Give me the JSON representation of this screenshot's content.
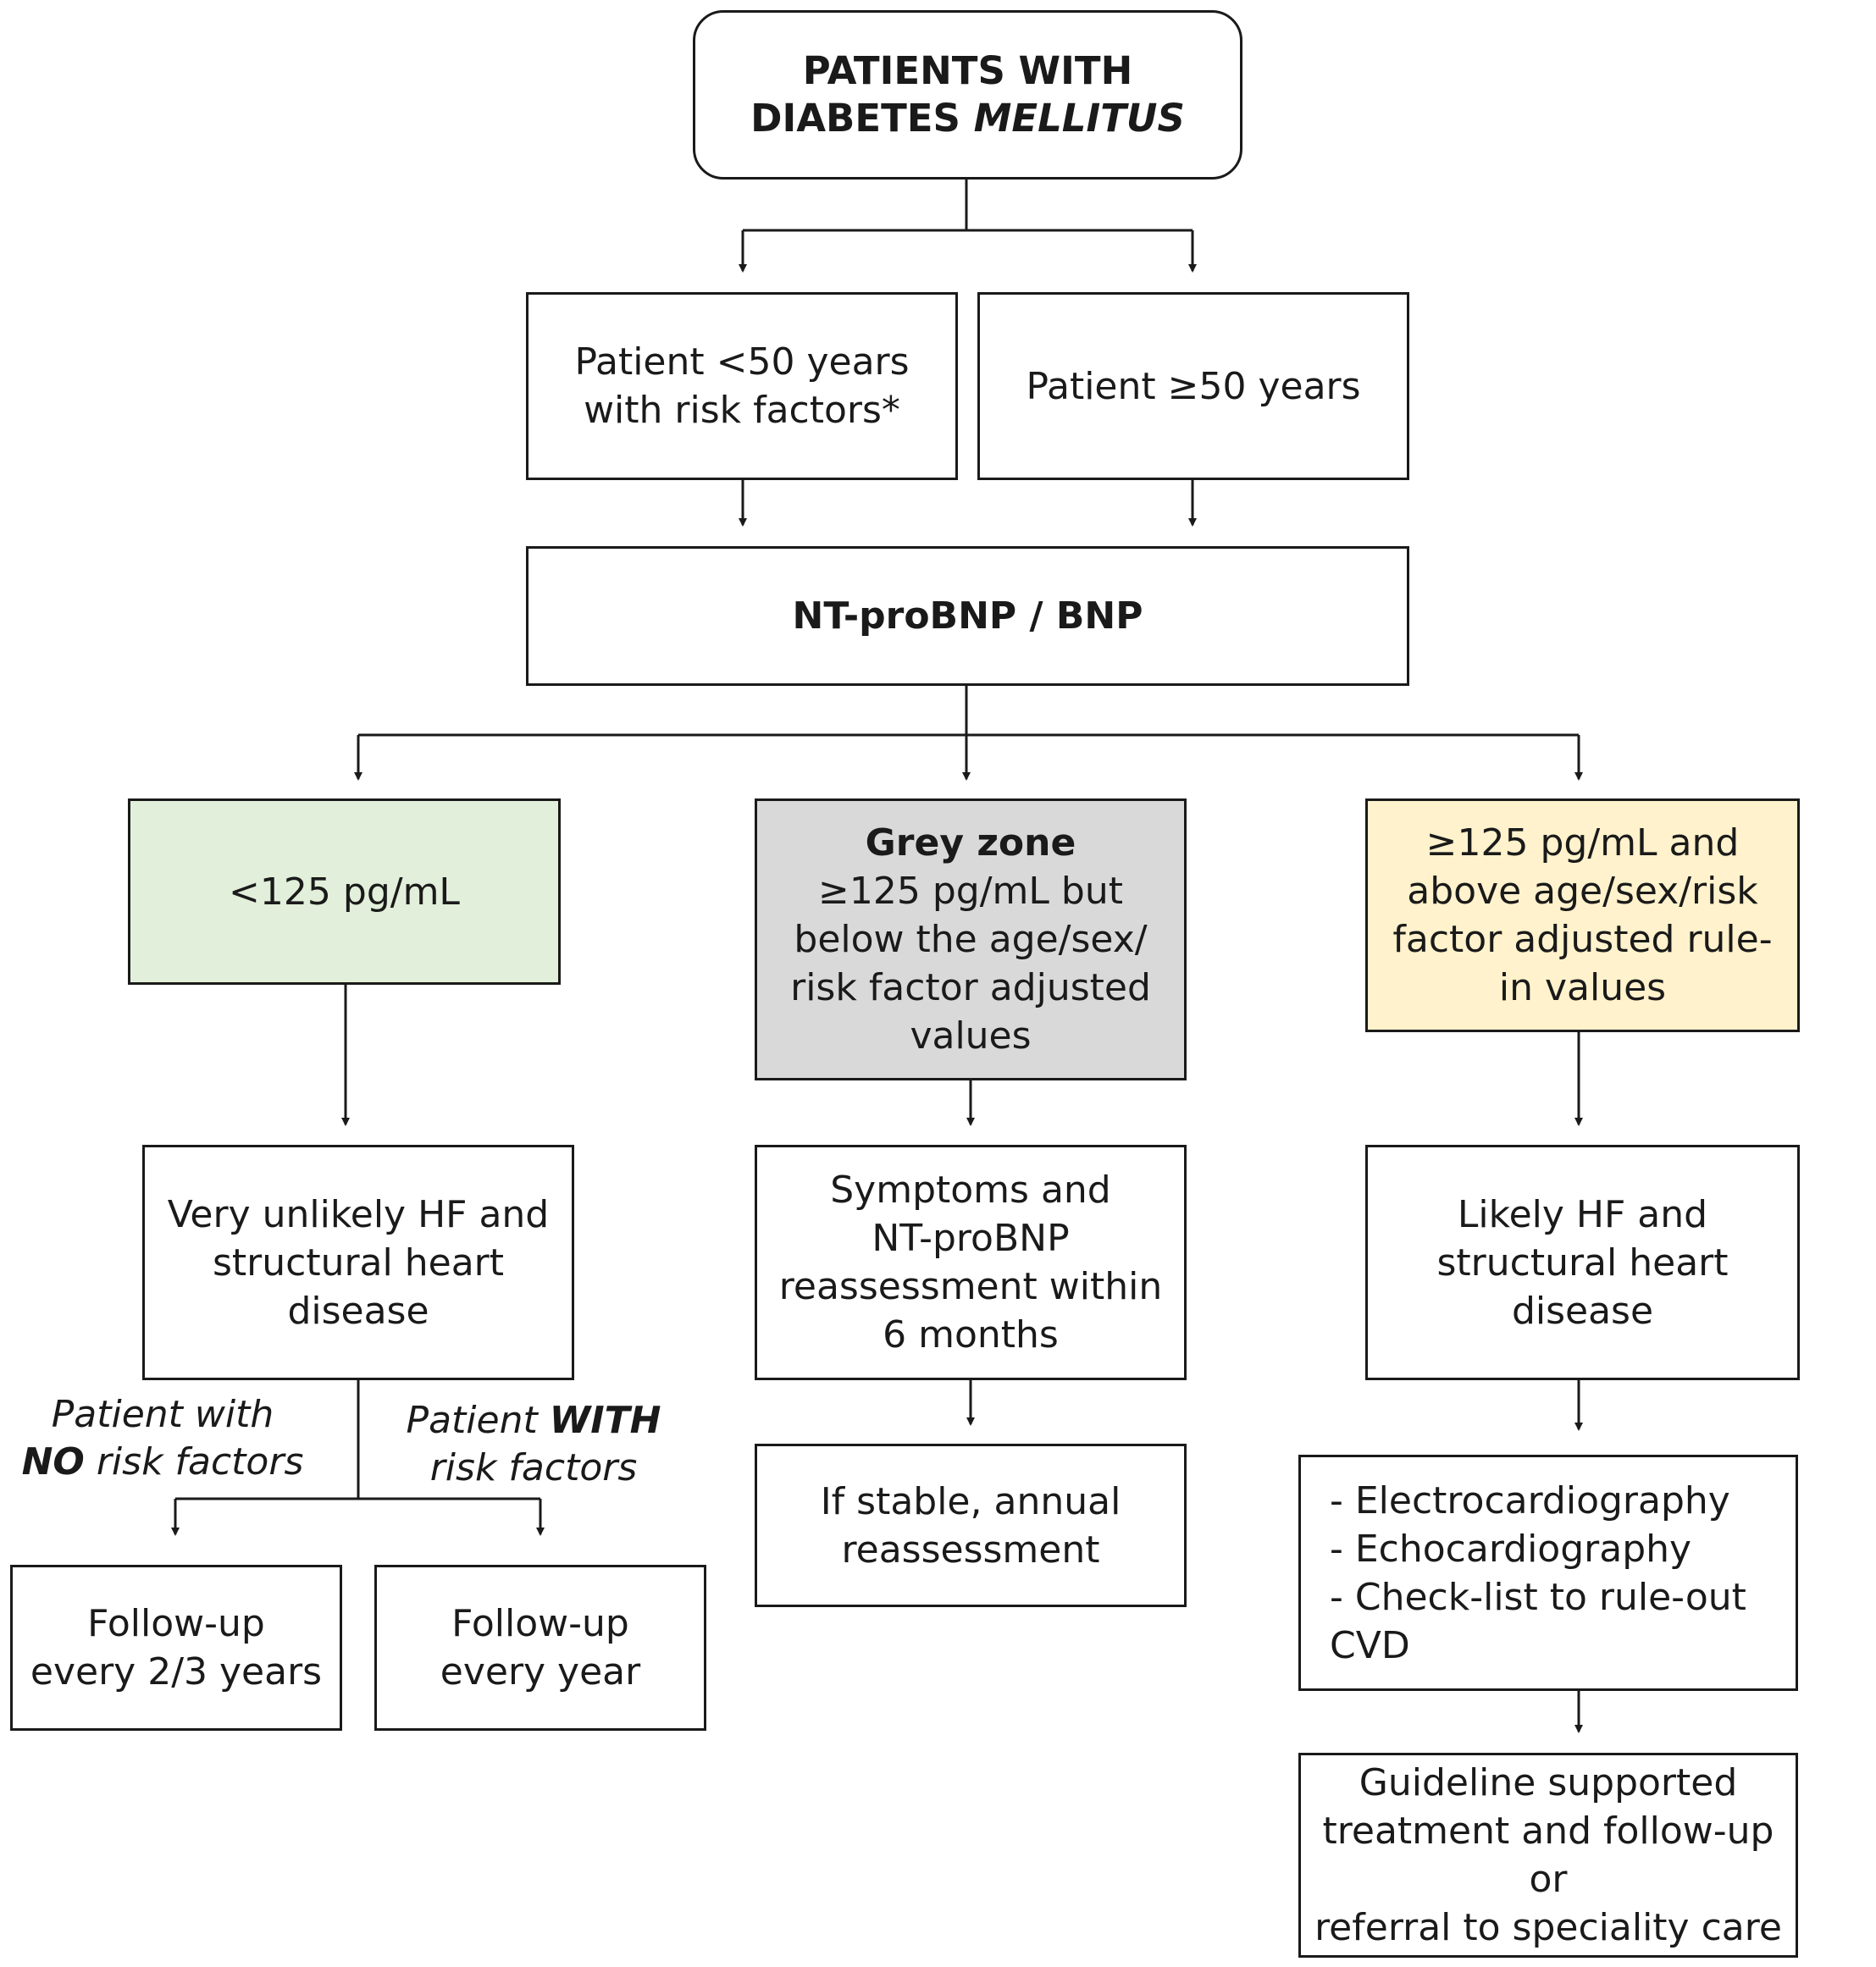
{
  "title": {
    "line1": "PATIENTS WITH",
    "line2_prefix": "DIABETES ",
    "line2_italic": "MELLITUS"
  },
  "age_under_50": {
    "line1": "Patient <50 years",
    "line2": "with risk factors*"
  },
  "age_50_plus": {
    "line1": "Patient ≥50 years"
  },
  "test": {
    "label": "NT-proBNP / BNP"
  },
  "low": {
    "label": "<125 pg/mL",
    "color": "#e2efda"
  },
  "grey_zone": {
    "heading": "Grey zone",
    "line1": "≥125 pg/mL but",
    "line2": "below the age/sex/",
    "line3": "risk factor adjusted",
    "line4": "values",
    "color": "#d9d9d9"
  },
  "high": {
    "line1": "≥125 pg/mL and",
    "line2": "above age/sex/risk",
    "line3": "factor adjusted rule-",
    "line4": "in values",
    "color": "#fff2cc"
  },
  "unlikely": {
    "line1": "Very unlikely HF and",
    "line2": "structural heart",
    "line3": "disease"
  },
  "reassess": {
    "line1": "Symptoms and",
    "line2": "NT-proBNP",
    "line3": "reassessment within",
    "line4": "6 months"
  },
  "likely": {
    "line1": "Likely HF and",
    "line2": "structural heart",
    "line3": "disease"
  },
  "no_risk_label": {
    "line1": "Patient with",
    "line2_bold": "NO",
    "line2_rest": " risk factors"
  },
  "with_risk_label": {
    "line1_prefix": "Patient ",
    "line1_bold": "WITH",
    "line2": "risk factors"
  },
  "followup_2_3": {
    "line1": "Follow-up",
    "line2": "every 2/3 years"
  },
  "followup_yearly": {
    "line1": "Follow-up",
    "line2": "every year"
  },
  "annual": {
    "line1": "If stable, annual",
    "line2": "reassessment"
  },
  "tests_list": {
    "items": [
      "- Electrocardiography",
      "- Echocardiography",
      "- Check-list to rule-out CVD"
    ]
  },
  "treatment": {
    "line1": "Guideline supported",
    "line2": "treatment and follow-up or",
    "line3": "referral to speciality care"
  }
}
